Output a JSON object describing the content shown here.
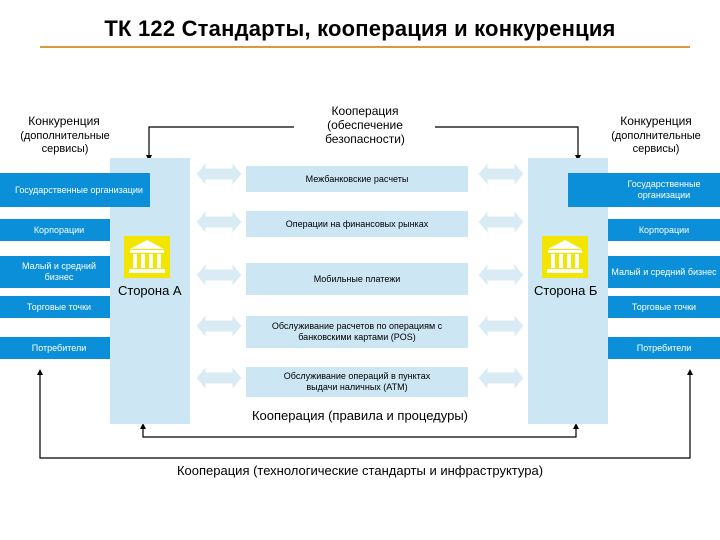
{
  "title": "ТК 122 Стандарты, кооперация и конкуренция",
  "top": {
    "left_title": "Конкуренция",
    "left_sub": "(дополнительные сервисы)",
    "center_title": "Кооперация (обеспечение безопасности)",
    "right_title": "Конкуренция",
    "right_sub": "(дополнительные сервисы)"
  },
  "left_items": [
    "Государственные организации",
    "Корпорации",
    "Малый и средний бизнес",
    "Торговые точки",
    "Потребители"
  ],
  "right_items": [
    "Государственные организации",
    "Корпорации",
    "Малый и средний бизнес",
    "Торговые точки",
    "Потребители"
  ],
  "side_a": "Сторона А",
  "side_b": "Сторона Б",
  "center_items": [
    "Межбанковские расчеты",
    "Операции на финансовых рынках",
    "Мобильные платежи",
    "Обслуживание расчетов по операциям с банковскими картами (POS)",
    "Обслуживание операций в пунктах выдачи наличных (ATM)"
  ],
  "coop_rules": "Кооперация (правила и процедуры)",
  "coop_tech": "Кооперация (технологические стандарты и инфраструктура)",
  "colors": {
    "accent_rule": "#d89a3b",
    "blue_bar": "#0a8fd8",
    "light_blue": "#cce6f3",
    "bank_icon": "#f2e600"
  }
}
